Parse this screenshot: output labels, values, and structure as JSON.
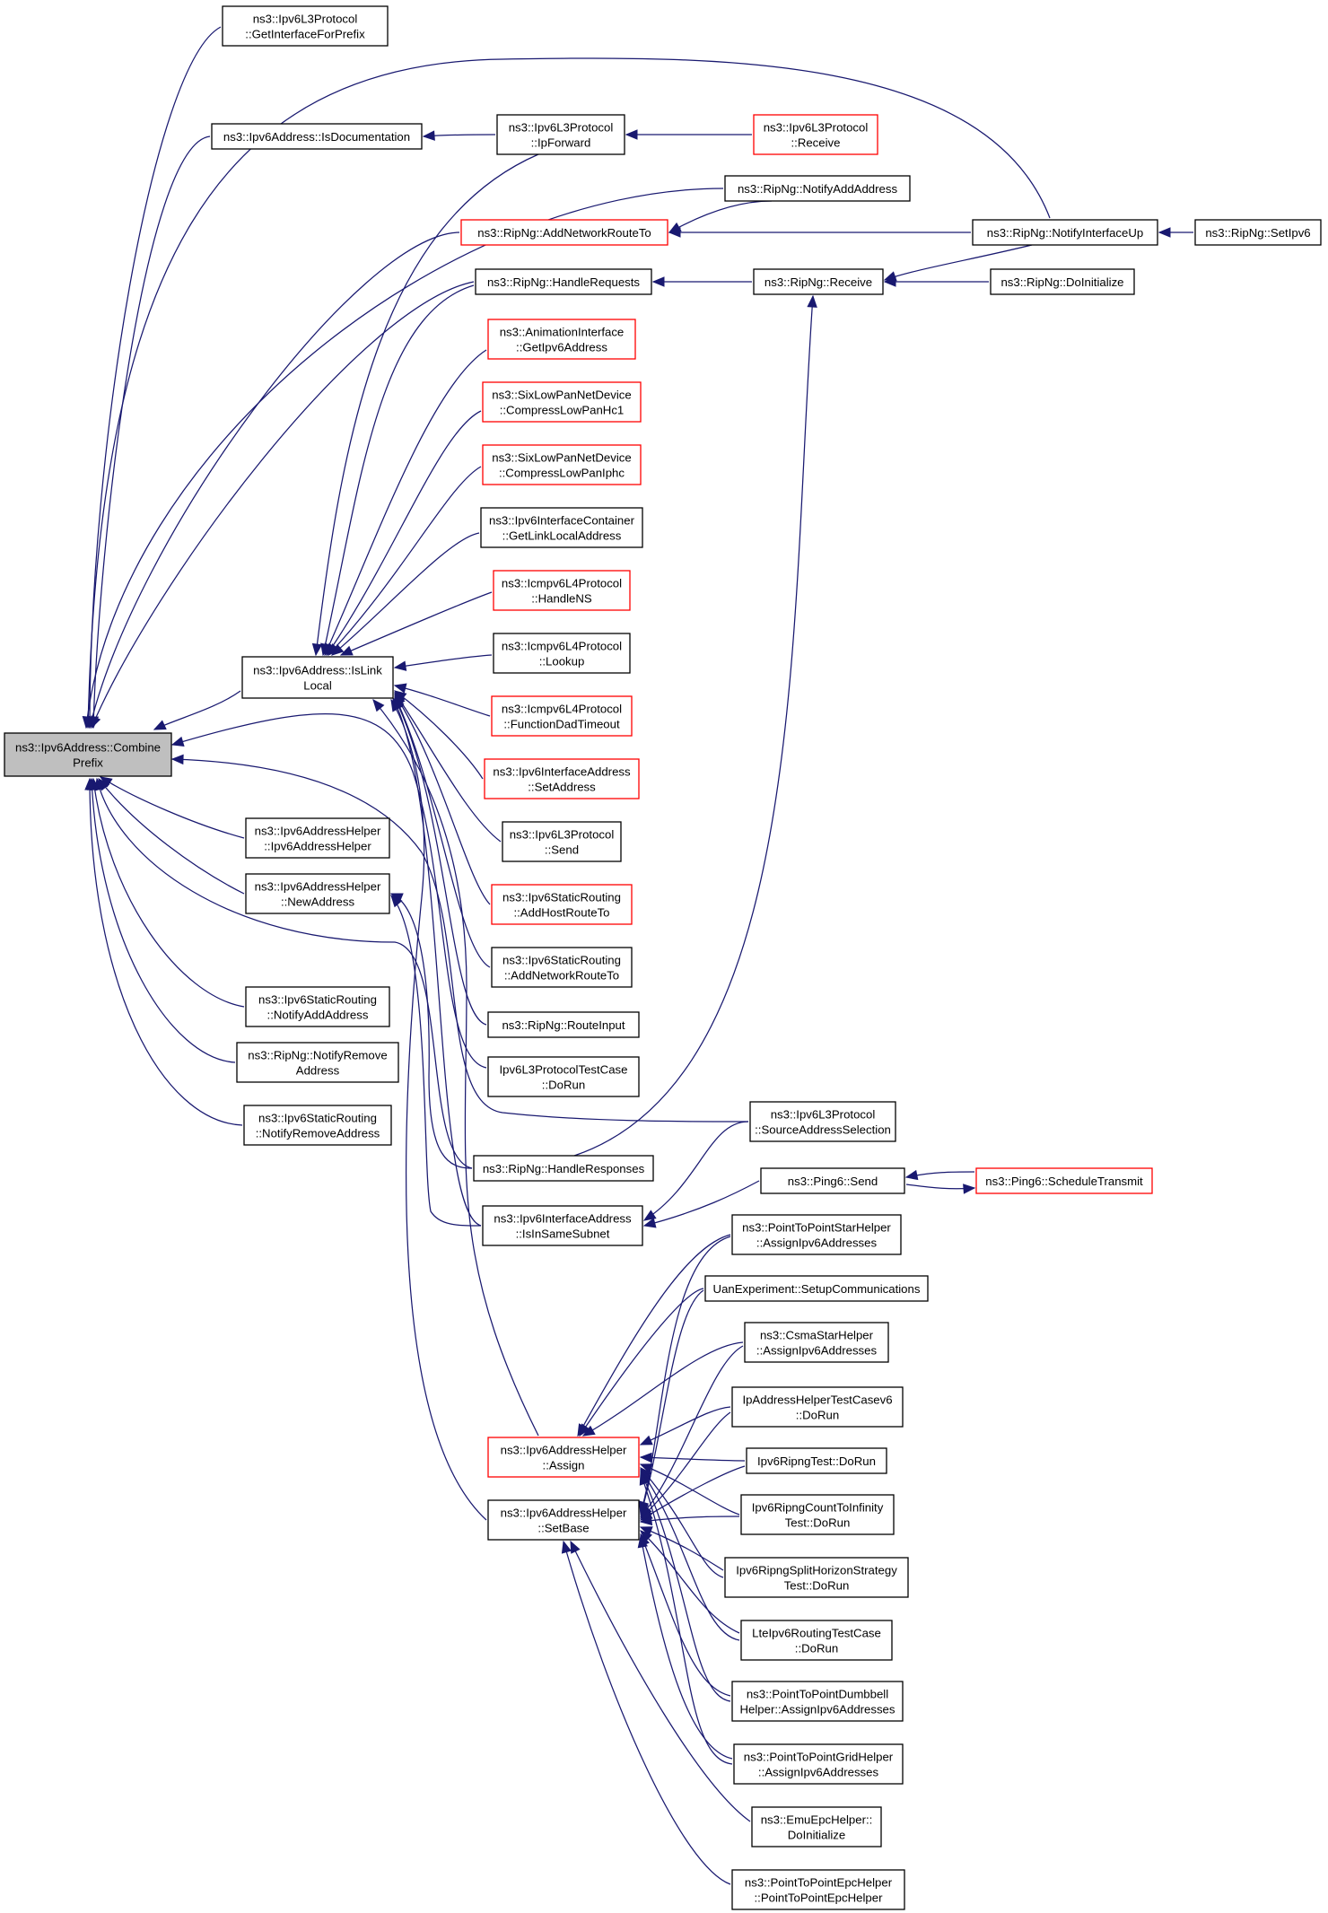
{
  "graph": {
    "nodes": [
      {
        "id": "combine",
        "lines": [
          "ns3::Ipv6Address::Combine",
          "Prefix"
        ],
        "style": "focus"
      },
      {
        "id": "getif",
        "lines": [
          "ns3::Ipv6L3Protocol",
          "::GetInterfaceForPrefix"
        ],
        "style": "black"
      },
      {
        "id": "isdoc",
        "lines": [
          "ns3::Ipv6Address::IsDocumentation"
        ],
        "style": "black"
      },
      {
        "id": "ipfwd",
        "lines": [
          "ns3::Ipv6L3Protocol",
          "::IpForward"
        ],
        "style": "black"
      },
      {
        "id": "l3recv",
        "lines": [
          "ns3::Ipv6L3Protocol",
          "::Receive"
        ],
        "style": "red"
      },
      {
        "id": "notifyadd",
        "lines": [
          "ns3::RipNg::NotifyAddAddress"
        ],
        "style": "black"
      },
      {
        "id": "addnet",
        "lines": [
          "ns3::RipNg::AddNetworkRouteTo"
        ],
        "style": "red"
      },
      {
        "id": "ifup",
        "lines": [
          "ns3::RipNg::NotifyInterfaceUp"
        ],
        "style": "black"
      },
      {
        "id": "setipv6",
        "lines": [
          "ns3::RipNg::SetIpv6"
        ],
        "style": "black"
      },
      {
        "id": "handlereq",
        "lines": [
          "ns3::RipNg::HandleRequests"
        ],
        "style": "black"
      },
      {
        "id": "ripreceive",
        "lines": [
          "ns3::RipNg::Receive"
        ],
        "style": "black"
      },
      {
        "id": "doinit",
        "lines": [
          "ns3::RipNg::DoInitialize"
        ],
        "style": "black"
      },
      {
        "id": "anim",
        "lines": [
          "ns3::AnimationInterface",
          "::GetIpv6Address"
        ],
        "style": "red"
      },
      {
        "id": "hc1",
        "lines": [
          "ns3::SixLowPanNetDevice",
          "::CompressLowPanHc1"
        ],
        "style": "red"
      },
      {
        "id": "iphc",
        "lines": [
          "ns3::SixLowPanNetDevice",
          "::CompressLowPanIphc"
        ],
        "style": "red"
      },
      {
        "id": "linklocal",
        "lines": [
          "ns3::Ipv6InterfaceContainer",
          "::GetLinkLocalAddress"
        ],
        "style": "black"
      },
      {
        "id": "handlens",
        "lines": [
          "ns3::Icmpv6L4Protocol",
          "::HandleNS"
        ],
        "style": "red"
      },
      {
        "id": "lookup",
        "lines": [
          "ns3::Icmpv6L4Protocol",
          "::Lookup"
        ],
        "style": "black"
      },
      {
        "id": "dadtimeout",
        "lines": [
          "ns3::Icmpv6L4Protocol",
          "::FunctionDadTimeout"
        ],
        "style": "red"
      },
      {
        "id": "islink",
        "lines": [
          "ns3::Ipv6Address::IsLink",
          "Local"
        ],
        "style": "black"
      },
      {
        "id": "setaddr",
        "lines": [
          "ns3::Ipv6InterfaceAddress",
          "::SetAddress"
        ],
        "style": "red"
      },
      {
        "id": "l3send",
        "lines": [
          "ns3::Ipv6L3Protocol",
          "::Send"
        ],
        "style": "black"
      },
      {
        "id": "helperctor",
        "lines": [
          "ns3::Ipv6AddressHelper",
          "::Ipv6AddressHelper"
        ],
        "style": "black"
      },
      {
        "id": "newaddr",
        "lines": [
          "ns3::Ipv6AddressHelper",
          "::NewAddress"
        ],
        "style": "black"
      },
      {
        "id": "addhost",
        "lines": [
          "ns3::Ipv6StaticRouting",
          "::AddHostRouteTo"
        ],
        "style": "red"
      },
      {
        "id": "addnetsr",
        "lines": [
          "ns3::Ipv6StaticRouting",
          "::AddNetworkRouteTo"
        ],
        "style": "black"
      },
      {
        "id": "srnotifyadd",
        "lines": [
          "ns3::Ipv6StaticRouting",
          "::NotifyAddAddress"
        ],
        "style": "black"
      },
      {
        "id": "routeinput",
        "lines": [
          "ns3::RipNg::RouteInput"
        ],
        "style": "black"
      },
      {
        "id": "ripnotifyrem",
        "lines": [
          "ns3::RipNg::NotifyRemove",
          "Address"
        ],
        "style": "black"
      },
      {
        "id": "l3testcase",
        "lines": [
          "Ipv6L3ProtocolTestCase",
          "::DoRun"
        ],
        "style": "black"
      },
      {
        "id": "srnotifyrem",
        "lines": [
          "ns3::Ipv6StaticRouting",
          "::NotifyRemoveAddress"
        ],
        "style": "black"
      },
      {
        "id": "srcaddrsel",
        "lines": [
          "ns3::Ipv6L3Protocol",
          "::SourceAddressSelection"
        ],
        "style": "black"
      },
      {
        "id": "handleresp",
        "lines": [
          "ns3::RipNg::HandleResponses"
        ],
        "style": "black"
      },
      {
        "id": "pingsend",
        "lines": [
          "ns3::Ping6::Send"
        ],
        "style": "black"
      },
      {
        "id": "schedtx",
        "lines": [
          "ns3::Ping6::ScheduleTransmit"
        ],
        "style": "red"
      },
      {
        "id": "insamesubnet",
        "lines": [
          "ns3::Ipv6InterfaceAddress",
          "::IsInSameSubnet"
        ],
        "style": "black"
      },
      {
        "id": "p2pstar",
        "lines": [
          "ns3::PointToPointStarHelper",
          "::AssignIpv6Addresses"
        ],
        "style": "black"
      },
      {
        "id": "uan",
        "lines": [
          "UanExperiment::SetupCommunications"
        ],
        "style": "black"
      },
      {
        "id": "csmastar",
        "lines": [
          "ns3::CsmaStarHelper",
          "::AssignIpv6Addresses"
        ],
        "style": "black"
      },
      {
        "id": "iphelpertest",
        "lines": [
          "IpAddressHelperTestCasev6",
          "::DoRun"
        ],
        "style": "black"
      },
      {
        "id": "assign",
        "lines": [
          "ns3::Ipv6AddressHelper",
          "::Assign"
        ],
        "style": "red"
      },
      {
        "id": "ripngtest",
        "lines": [
          "Ipv6RipngTest::DoRun"
        ],
        "style": "black"
      },
      {
        "id": "setbase",
        "lines": [
          "ns3::Ipv6AddressHelper",
          "::SetBase"
        ],
        "style": "black"
      },
      {
        "id": "countinf",
        "lines": [
          "Ipv6RipngCountToInfinity",
          "Test::DoRun"
        ],
        "style": "black"
      },
      {
        "id": "splithorizon",
        "lines": [
          "Ipv6RipngSplitHorizonStrategy",
          "Test::DoRun"
        ],
        "style": "black"
      },
      {
        "id": "lte",
        "lines": [
          "LteIpv6RoutingTestCase",
          "::DoRun"
        ],
        "style": "black"
      },
      {
        "id": "dumbbell",
        "lines": [
          "ns3::PointToPointDumbbell",
          "Helper::AssignIpv6Addresses"
        ],
        "style": "black"
      },
      {
        "id": "grid",
        "lines": [
          "ns3::PointToPointGridHelper",
          "::AssignIpv6Addresses"
        ],
        "style": "black"
      },
      {
        "id": "emuepc",
        "lines": [
          "ns3::EmuEpcHelper::",
          "DoInitialize"
        ],
        "style": "black"
      },
      {
        "id": "p2pepc",
        "lines": [
          "ns3::PointToPointEpcHelper",
          "::PointToPointEpcHelper"
        ],
        "style": "black"
      }
    ]
  }
}
